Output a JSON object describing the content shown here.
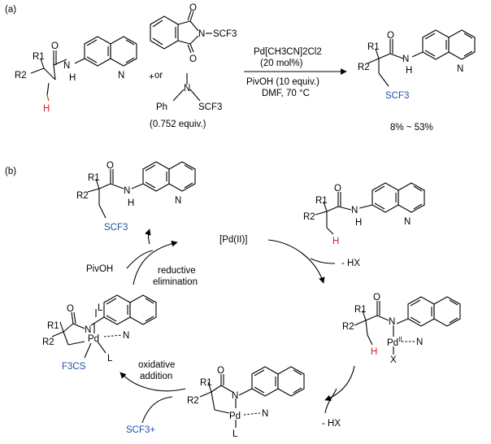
{
  "panel_a": {
    "label": "(a)",
    "reagent_or": "or",
    "reagent_amount": "(0.752 equiv.)",
    "conditions_top_1": "Pd[CH3CN]2Cl2",
    "conditions_top_2": "(20 mol%)",
    "conditions_bottom_1": "PivOH (10 equiv.)",
    "conditions_bottom_2": "DMF, 70 °C",
    "yield": "8% ~ 53%"
  },
  "panel_b": {
    "label": "(b)",
    "catalyst": "[Pd(II)]",
    "loss_hx_1": "- HX",
    "loss_hx_2": "- HX",
    "pivoh": "PivOH",
    "step_re_1": "reductive",
    "step_re_2": "elimination",
    "step_oa_1": "oxidative",
    "step_oa_2": "addition",
    "scf3_plus": "SCF3+"
  },
  "atoms": {
    "R1": "R1",
    "R2": "R2",
    "O": "O",
    "N": "N",
    "H": "H",
    "Pd": "Pd",
    "PdII": "PdII",
    "L": "L",
    "X": "X",
    "SCF3": "SCF3",
    "F3CS": "F3CS",
    "Ph": "Ph",
    "plus": "+"
  },
  "colors": {
    "red": "#d0202a",
    "blue": "#1f4fa8"
  }
}
